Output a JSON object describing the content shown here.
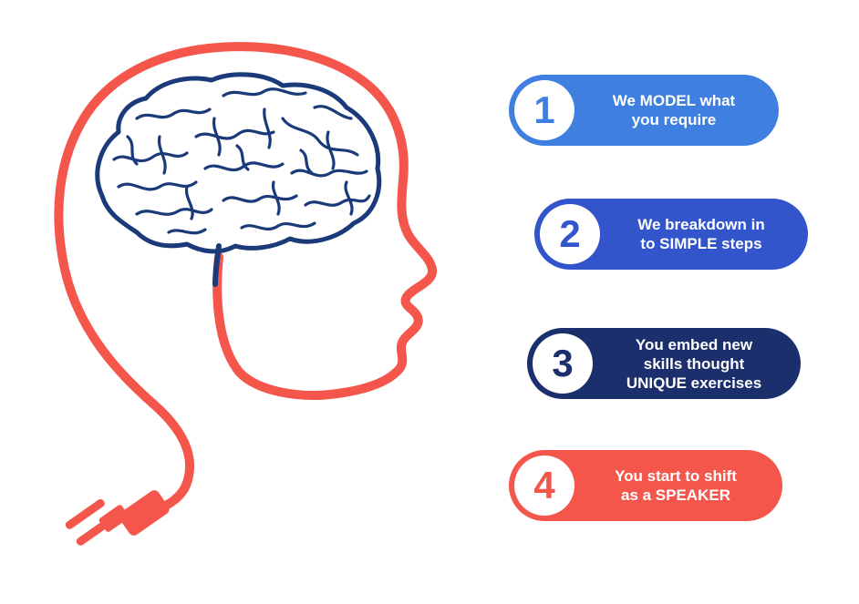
{
  "steps": [
    {
      "number": "1",
      "text": "We MODEL what\nyou require",
      "color": "#3f7fe0"
    },
    {
      "number": "2",
      "text": "We breakdown in\nto SIMPLE steps",
      "color": "#3355cc"
    },
    {
      "number": "3",
      "text": "You embed new\nskills thought\nUNIQUE exercises",
      "color": "#1a2f6b"
    },
    {
      "number": "4",
      "text": "You start to shift\nas a SPEAKER",
      "color": "#f5564b"
    }
  ],
  "colors": {
    "head_outline": "#f5564b",
    "brain": "#1a3a7a"
  },
  "icons": [
    "head-outline-icon",
    "brain-icon",
    "power-plug-icon"
  ]
}
